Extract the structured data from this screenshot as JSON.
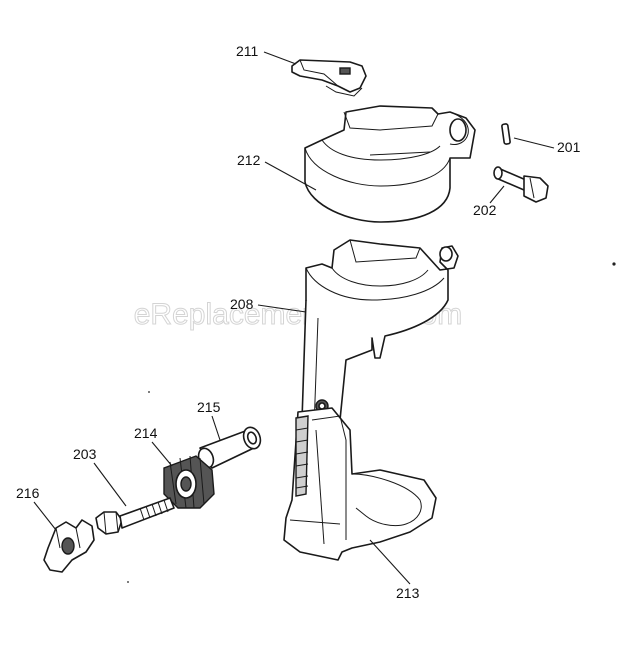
{
  "watermark": "eReplacementParts.com",
  "parts": [
    {
      "id": "211",
      "label": "211"
    },
    {
      "id": "212",
      "label": "212"
    },
    {
      "id": "201",
      "label": "201"
    },
    {
      "id": "202",
      "label": "202"
    },
    {
      "id": "208",
      "label": "208"
    },
    {
      "id": "215",
      "label": "215"
    },
    {
      "id": "214",
      "label": "214"
    },
    {
      "id": "203",
      "label": "203"
    },
    {
      "id": "216",
      "label": "216"
    },
    {
      "id": "213",
      "label": "213"
    }
  ]
}
